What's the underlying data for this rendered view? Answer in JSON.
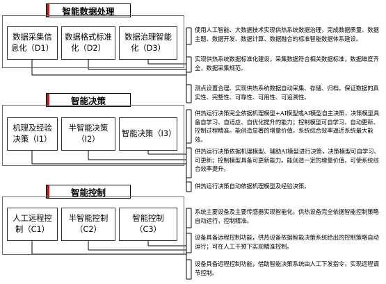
{
  "sections": [
    {
      "id": "data",
      "title": "智能数据处理",
      "nodes": [
        "数据采集信息化（D1）",
        "数据格式标准化（D2）",
        "数据治理智能化（D3）"
      ],
      "descriptions": [
        "使用人工智能、大数据技术实现供热系统数据治理，完成数据质量、数据主题、数据开发、数据计算、数据融合的标准智能数据体系建设。",
        "实现供热系统数据标准化建设，采集数据符合相关数据标准，数据维度齐全，数据采集规范。",
        "测点设置合理、实现供热系统数据自动采集、存储、归档，保证数据的真实性、完整性、可靠性、可用性、可追溯性。"
      ]
    },
    {
      "id": "decision",
      "title": "智能决策",
      "nodes": [
        "机理及经验决策（I1）",
        "半智能决策（I2）",
        "智能决策（I3）"
      ],
      "descriptions": [
        "供热运行决策完全依据机理模型+AI模型或AI模型自主决策，决策模型具备自学习、自适应、自优化提升的能力；控制模型可自学习、自动更新、控制过程精准。能创造显著的增量价值，系统综合效率逼近系统最大能效。",
        "供热运行决策依据机理模型、辅助AI模型进行决策，决策模型可自学习、可更新；控制模型具备可更新能力。能创造一定的增量价值，可使系统综合效率提升。",
        "供热运行决策自动依据机理模型及经验决策。"
      ]
    },
    {
      "id": "control",
      "title": "智能控制",
      "nodes": [
        "人工远程控制（C1）",
        "半智能控制（C2）",
        "智能控制（C3）"
      ],
      "descriptions": [
        "系统主要设备及主要传感器实现智能化，供热设备完全依据智能控制策略自动运行，控制精准。",
        "设备具备远程控制功能，供热设备依据智能决策系统给出的控制策略自动运行；可在人工干预下实现精准控制。",
        "设备具备远程控制功能，借助智能决策系统由人工下发指令，实现远程调节控制。"
      ]
    }
  ],
  "colors": {
    "title_accent": "#b22222",
    "line": "#000000"
  }
}
